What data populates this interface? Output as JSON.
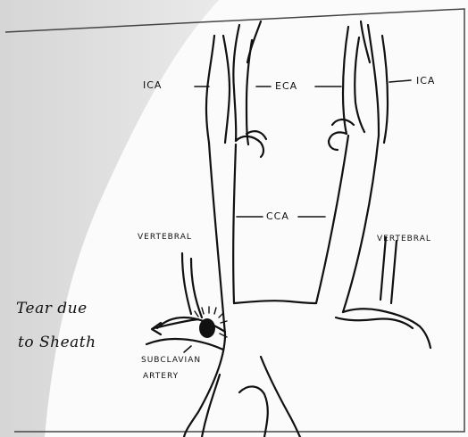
{
  "labels": {
    "ica_left": "ICA",
    "eca": "ECA",
    "ica_right": "ICA",
    "cca": "CCA",
    "vertebral_left": "VERTEBRAL",
    "vertebral_right": "VERTEBRAL",
    "tear_line1": "Tear due",
    "tear_line2": "to Sheath",
    "subclavian_line1": "SUBCLAVIAN",
    "subclavian_line2": "ARTERY"
  }
}
